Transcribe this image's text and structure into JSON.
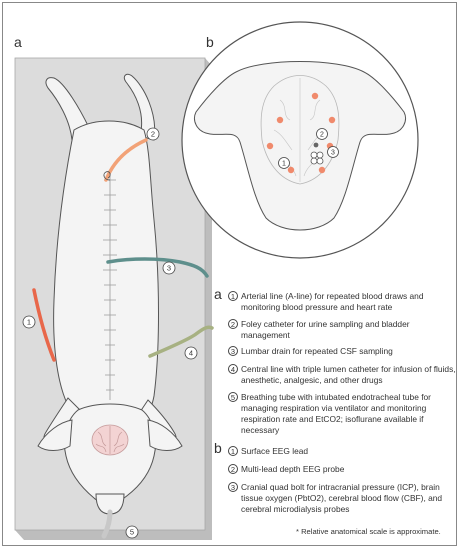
{
  "panel_labels": {
    "a": "a",
    "b": "b"
  },
  "callout_numbers": [
    "1",
    "2",
    "3",
    "4",
    "5"
  ],
  "legend_a": [
    {
      "num": "1",
      "text": "Arterial line (A-line) for repeated blood draws and monitoring blood pressure and heart rate"
    },
    {
      "num": "2",
      "text": "Foley catheter for urine sampling and bladder management"
    },
    {
      "num": "3",
      "text": "Lumbar drain for repeated CSF sampling"
    },
    {
      "num": "4",
      "text": "Central line with triple lumen catheter for infusion of fluids, anesthetic, analgesic, and other drugs"
    },
    {
      "num": "5",
      "text": "Breathing tube with intubated endotracheal tube for managing respiration via ventilator and monitoring respiration rate and EtCO2; isoflurane available if necessary"
    }
  ],
  "legend_b": [
    {
      "num": "1",
      "text": "Surface EEG lead"
    },
    {
      "num": "2",
      "text": "Multi-lead depth EEG probe"
    },
    {
      "num": "3",
      "text": "Cranial quad bolt for intracranial pressure (ICP), brain tissue oxygen (PbtO2), cerebral blood flow (CBF), and cerebral microdialysis probes"
    }
  ],
  "footnote": "* Relative anatomical scale is approximate.",
  "colors": {
    "arterial_line": "#e8674a",
    "foley_catheter": "#f2a277",
    "lumbar_drain": "#5e8f8c",
    "central_line": "#a7b182",
    "breathing_tube": "#c8c8c8",
    "eeg_dot": "#f08a6c",
    "body_fill": "#f4f4f4",
    "table_fill": "#dcdcdc",
    "brain_fill": "#f3d3d3"
  }
}
